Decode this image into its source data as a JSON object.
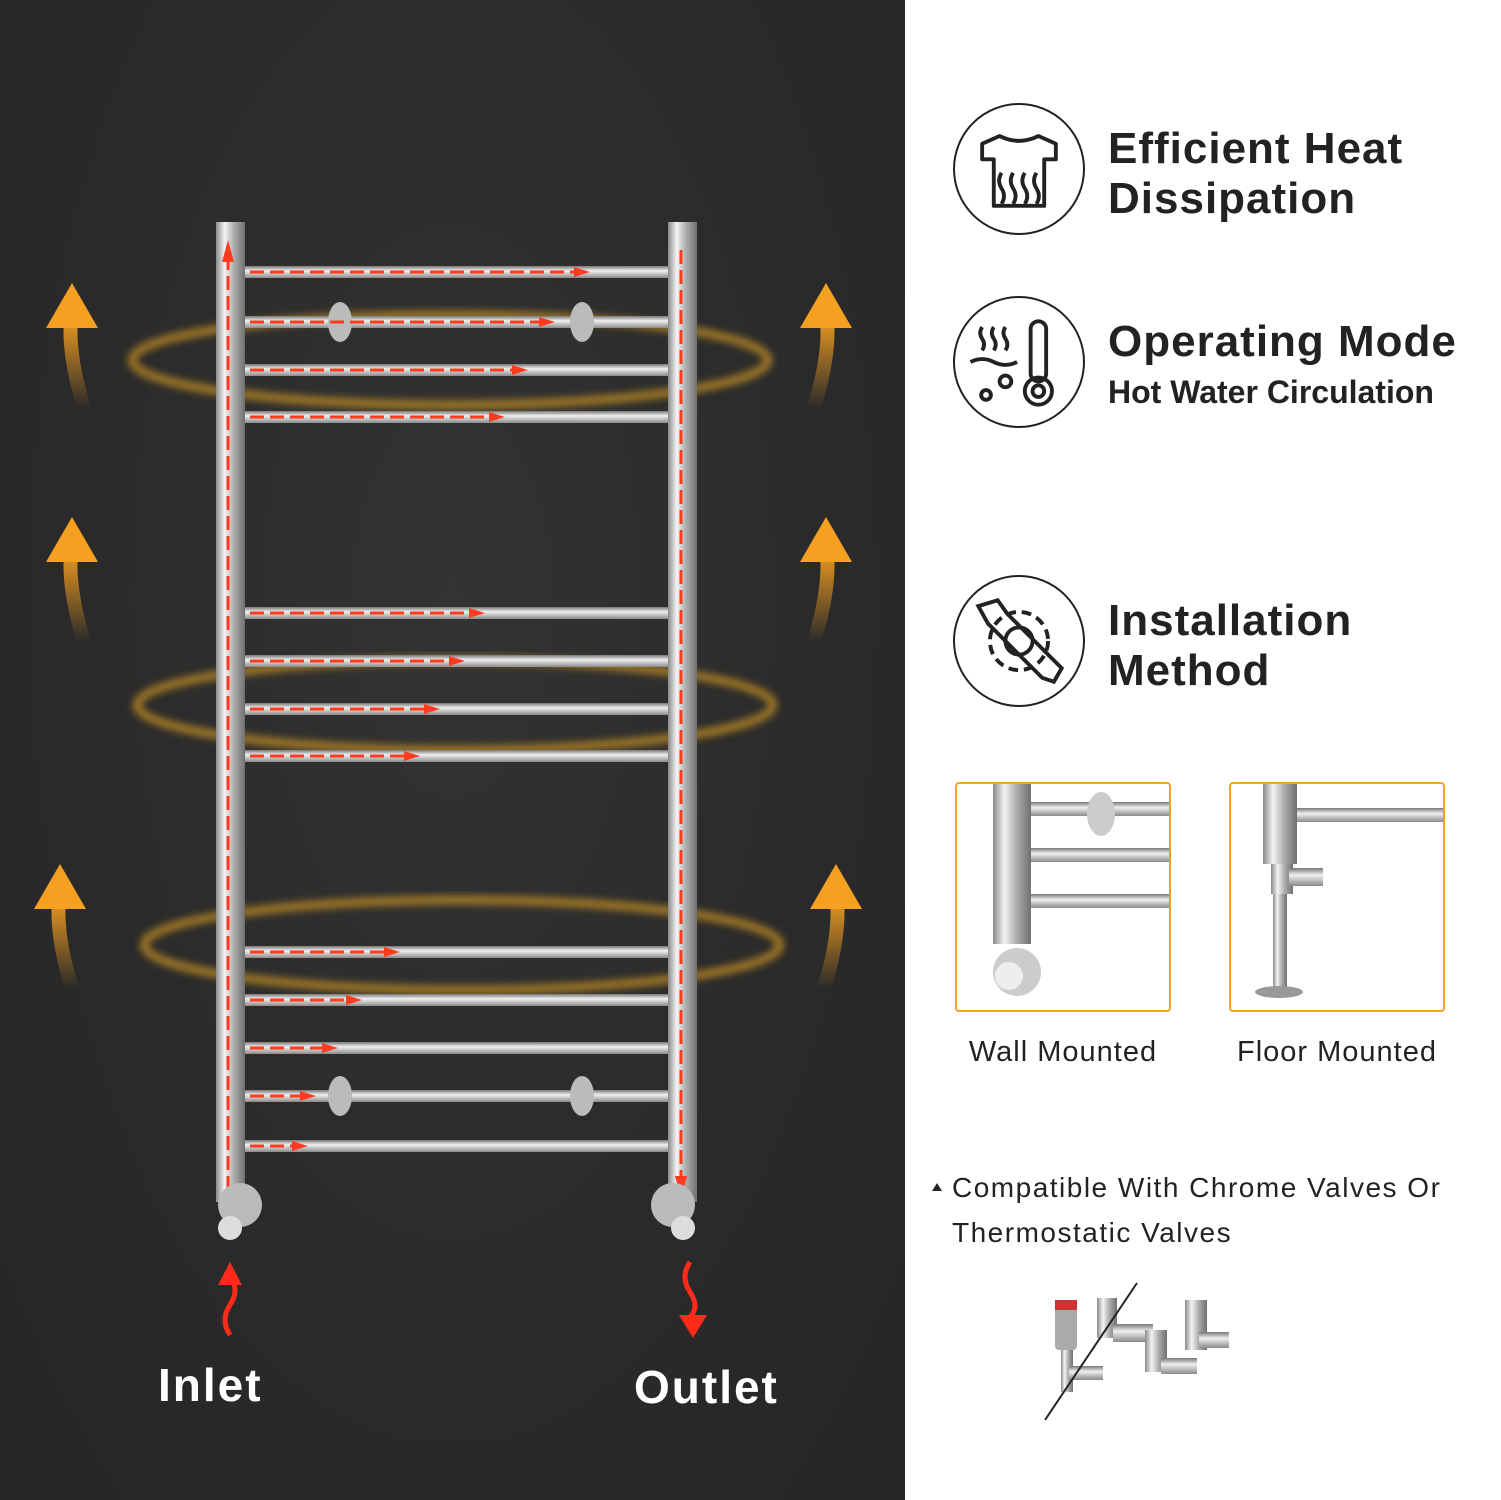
{
  "flow": {
    "inlet_label": "Inlet",
    "outlet_label": "Outlet"
  },
  "features": [
    {
      "icon": "shirt-heat-icon",
      "title_line1": "Efficient Heat",
      "title_line2": "Dissipation"
    },
    {
      "icon": "thermometer-water-icon",
      "title": "Operating Mode",
      "subtitle": "Hot Water Circulation"
    },
    {
      "icon": "gear-wrench-icon",
      "title_line1": "Installation",
      "title_line2": "Method"
    }
  ],
  "mounting": [
    {
      "label": "Wall Mounted"
    },
    {
      "label": "Floor Mounted"
    }
  ],
  "compatibility": {
    "line1": "Compatible With Chrome Valves Or",
    "line2": "Thermostatic Valves"
  },
  "colors": {
    "panel_dark": "#2b2b2b",
    "accent_orange": "#f5a020",
    "flow_red": "#ff3b1f"
  }
}
